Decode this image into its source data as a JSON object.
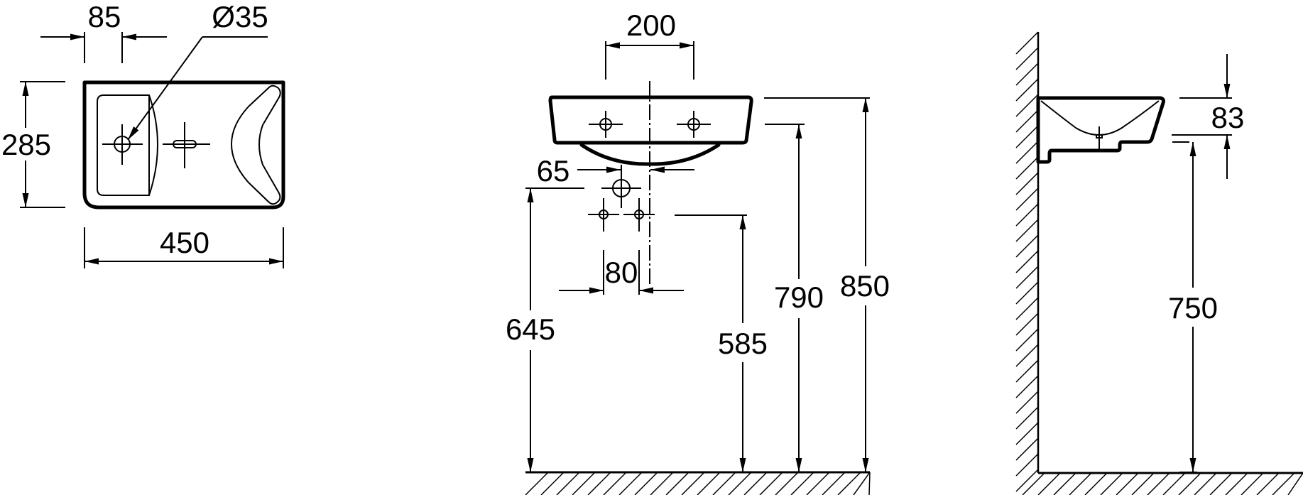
{
  "top_view": {
    "tap_offset": "85",
    "drain_diameter": "Ø35",
    "depth": "285",
    "width": "450"
  },
  "front_view": {
    "tap_spacing": "200",
    "drain_offset": "65",
    "trap_spacing": "80",
    "drain_height": "645",
    "trap_height": "585",
    "bowl_height": "790",
    "rim_height": "850"
  },
  "side_view": {
    "bowl_depth": "83",
    "install_height": "750"
  },
  "colors": {
    "line": "#000000",
    "background": "#ffffff"
  }
}
